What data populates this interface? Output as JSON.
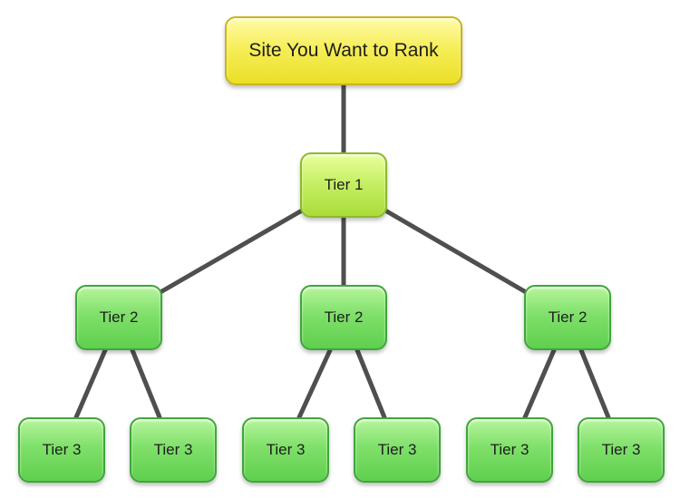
{
  "diagram": {
    "root": {
      "label": "Site You Want to Rank"
    },
    "tier1": {
      "label": "Tier 1"
    },
    "tier2": [
      {
        "label": "Tier 2"
      },
      {
        "label": "Tier 2"
      },
      {
        "label": "Tier 2"
      }
    ],
    "tier3": [
      {
        "label": "Tier 3"
      },
      {
        "label": "Tier 3"
      },
      {
        "label": "Tier 3"
      },
      {
        "label": "Tier 3"
      },
      {
        "label": "Tier 3"
      },
      {
        "label": "Tier 3"
      }
    ],
    "colors": {
      "root_fill": "#f6ee5a",
      "tier1_fill": "#c7f066",
      "tier2_fill": "#7fe06a",
      "tier3_fill": "#7fe06a",
      "connector": "#4f4f4f"
    }
  }
}
